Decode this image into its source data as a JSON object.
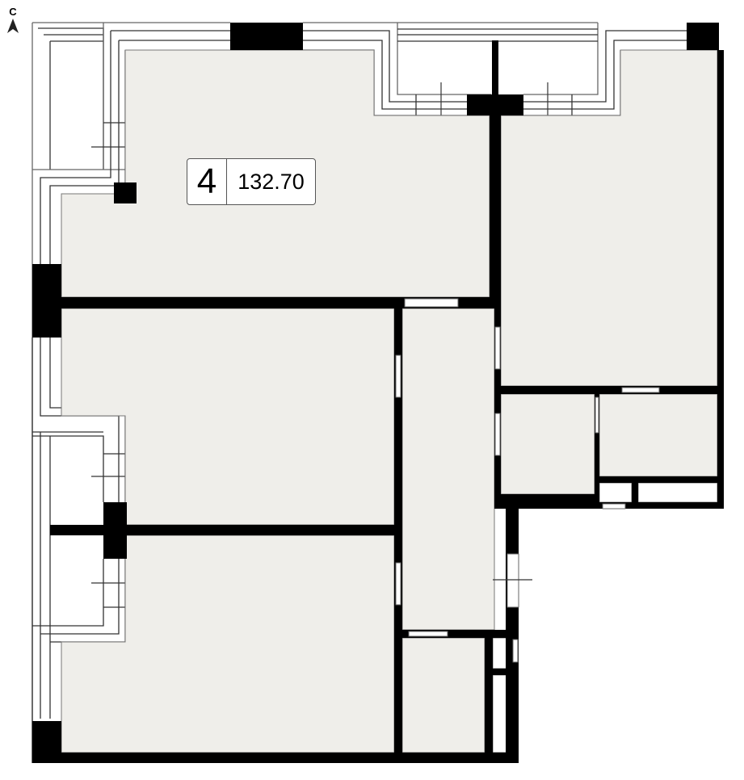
{
  "compass": {
    "letter": "С",
    "icon": "north-arrow-icon"
  },
  "apartment": {
    "rooms_count": "4",
    "area": "132.70"
  },
  "colors": {
    "room_fill": "#efeeea",
    "wall": "#000000",
    "background": "#ffffff"
  }
}
